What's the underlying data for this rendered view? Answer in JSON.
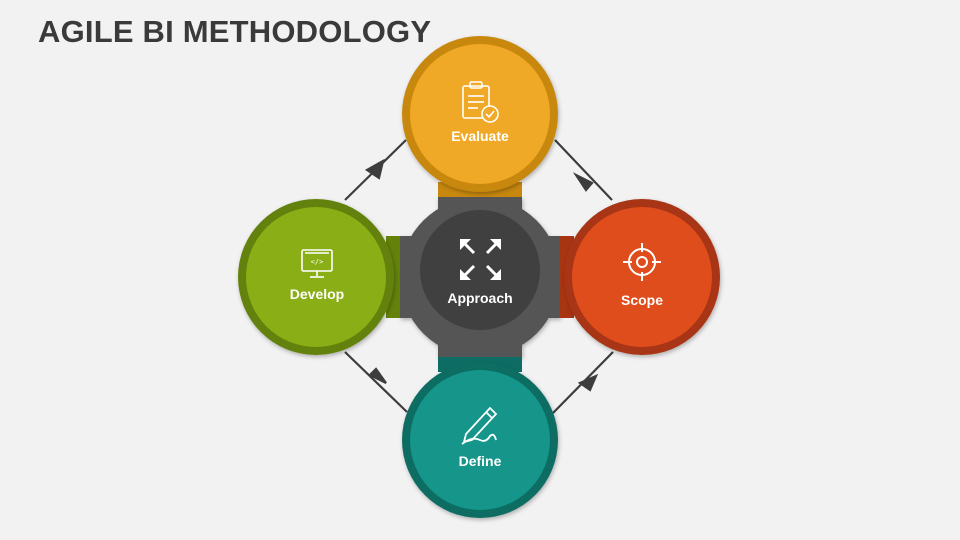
{
  "title": "AGILE BI METHODOLOGY",
  "center": {
    "label": "Approach",
    "icon": "expand-arrows-icon",
    "color": "#555555"
  },
  "nodes": [
    {
      "id": "evaluate",
      "label": "Evaluate",
      "icon": "clipboard-check-icon",
      "color": "#f0a928",
      "ring": "#c8880e"
    },
    {
      "id": "scope",
      "label": "Scope",
      "icon": "target-icon",
      "color": "#e04e1e",
      "ring": "#a83512"
    },
    {
      "id": "define",
      "label": "Define",
      "icon": "pencil-signature-icon",
      "color": "#12968a",
      "ring": "#0d6d64"
    },
    {
      "id": "develop",
      "label": "Develop",
      "icon": "monitor-code-icon",
      "color": "#8aaf12",
      "ring": "#64820a"
    }
  ]
}
